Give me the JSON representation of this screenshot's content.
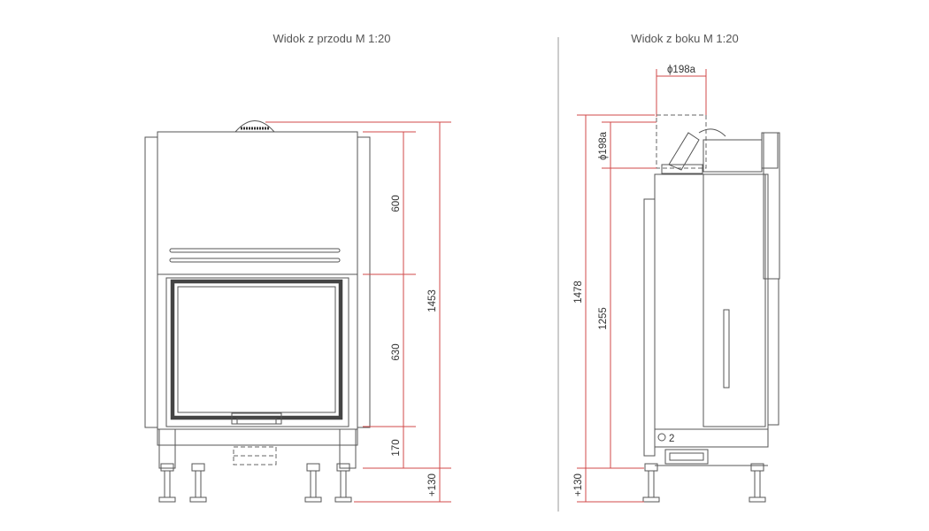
{
  "front_view": {
    "title": "Widok z przodu M 1:20",
    "dims": {
      "top_section": "600",
      "door_section": "630",
      "base_section": "170",
      "total_height": "1453",
      "legs": "+130"
    }
  },
  "side_view": {
    "title": "Widok z boku M 1:20",
    "dims": {
      "flue_top": "ϕ198a",
      "flue_side": "ϕ198a",
      "total_height": "1478",
      "outlet_height": "1255",
      "legs": "+130"
    },
    "marker": "2"
  },
  "colors": {
    "dimension_line": "#d14a4a",
    "outline": "#555555",
    "divider": "#999999"
  }
}
